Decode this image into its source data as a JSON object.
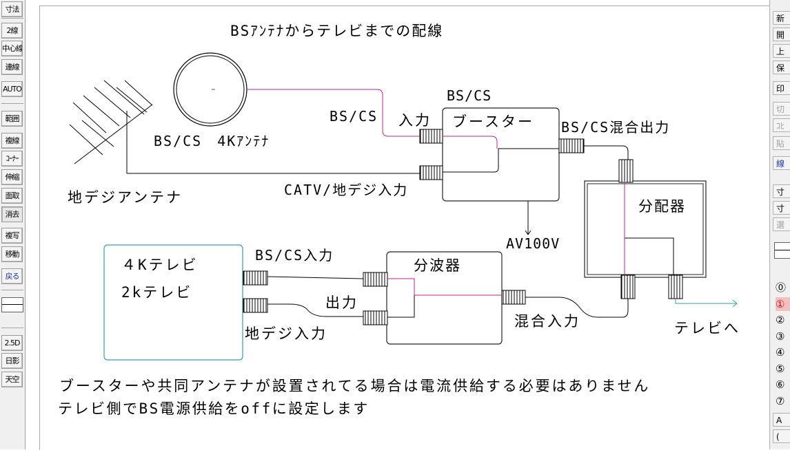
{
  "left_toolbar": {
    "buttons": [
      {
        "label": "寸法",
        "icon": ""
      },
      {
        "label": "2線",
        "icon": ""
      },
      {
        "label": "中心線",
        "icon": ""
      },
      {
        "label": "連線",
        "icon": ""
      },
      {
        "label": "AUTO",
        "icon": ""
      },
      {
        "label": "範囲",
        "icon": ""
      },
      {
        "label": "複線",
        "icon": ""
      },
      {
        "label": "ｺｰﾅｰ",
        "icon": ""
      },
      {
        "label": "伸縮",
        "icon": ""
      },
      {
        "label": "面取",
        "icon": ""
      },
      {
        "label": "消去",
        "icon": ""
      },
      {
        "label": "複写",
        "icon": ""
      },
      {
        "label": "移動",
        "icon": ""
      },
      {
        "label": "戻る",
        "icon": ""
      },
      {
        "label": "2.5D",
        "icon": ""
      },
      {
        "label": "日影",
        "icon": ""
      },
      {
        "label": "天空",
        "icon": ""
      }
    ]
  },
  "right_toolbar": {
    "buttons": [
      "新",
      "開",
      "上",
      "保",
      "印",
      "切",
      "ｺﾋ",
      "貼",
      "線",
      "寸",
      "寸",
      "選"
    ],
    "layers": [
      "⓪",
      "①",
      "②",
      "③",
      "④",
      "⑤",
      "⑥",
      "⑦"
    ],
    "bottom": [
      "A",
      "("
    ]
  },
  "diagram": {
    "title": "BSｱﾝﾃﾅからテレビまでの配線",
    "bs_cs_antenna_label": "BS/CS　4Kｱﾝﾃﾅ",
    "terrestrial_antenna_label": "地デジアンテナ",
    "booster_top_label": "BS/CS",
    "booster_name": "ブースター",
    "booster_input_bscs_prefix": "BS/CS",
    "booster_input_bscs": "入力",
    "booster_input_catv": "CATV/地デジ入力",
    "booster_output": "BS/CS混合出力",
    "power_label": "AV100V",
    "distributor_name": "分配器",
    "to_tv_label": "テレビへ",
    "tv_label_4k": "４Kテレビ",
    "tv_label_2k": "2kテレビ",
    "tv_input_bscs": "BS/CS入力",
    "tv_input_terrestrial": "地デジ入力",
    "splitter_name": "分波器",
    "splitter_output": "出力",
    "splitter_mixed_input": "混合入力",
    "note_line1": "ブースターや共同アンテナが設置されてる場合は電流供給する必要はありません",
    "note_line2": "テレビ側でBS電源供給をoffに設定します",
    "colors": {
      "bs_line": "#c0208c",
      "tv_box": "#3a9aae",
      "outline": "#222222"
    }
  }
}
